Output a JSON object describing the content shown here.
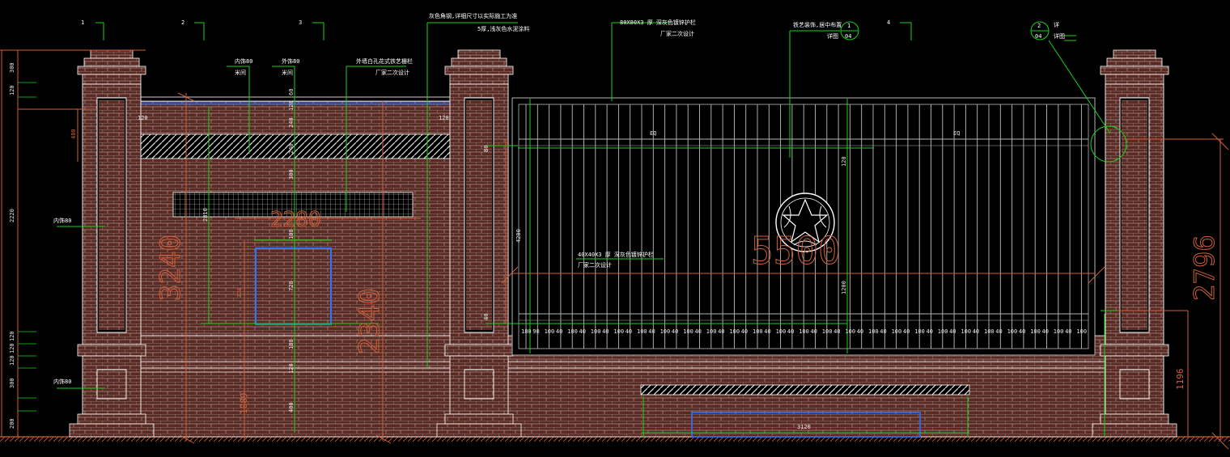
{
  "grid_labels": [
    "1",
    "2",
    "3",
    "4"
  ],
  "callouts": {
    "top_cap_note": "灰色角钢,详细尺寸以实际施工为准",
    "top_cap_note2": "5厚,浅灰色水泥涂料",
    "railing_top": "80X80X3  厚  深灰色镀锌护栏",
    "railing_top2": "厂家二次设计",
    "emblem_note": "铁艺装饰,居中布置",
    "emblem_note2": "详图",
    "emblem_ref_num": "1",
    "emblem_ref_sheet": "04",
    "detail_ref_num": "2",
    "detail_ref_sheet": "04",
    "detail_note": "详",
    "detail_note2": "详图",
    "brick_in": "内饰80",
    "brick_in2": "米间",
    "brick_out": "外饰80",
    "brick_out2": "米间",
    "grille_note": "外墙白孔花式铁艺栅栏",
    "grille_note2": "厂家二次设计",
    "pillar_left": "内饰80",
    "pillar_left_low": "内饰80",
    "railing_mid": "40X40X3  厚  深灰色镀锌护栏",
    "railing_mid2": "厂家二次设计"
  },
  "dimensions": {
    "left_total": "2220",
    "left_top": "300",
    "left_120a": "120",
    "left_bottom_120": "120",
    "left_bottom_120b": "120",
    "left_bottom_120c": "120",
    "left_bottom_300": "300",
    "left_bottom_200": "200",
    "left_480": "480",
    "big_3240": "3240",
    "big_2340": "2340",
    "width_2280": "2280",
    "dim_2810": "2810",
    "dim_1089": "1089",
    "dim_720": "720",
    "dim_120": "120",
    "dim_300": "300",
    "dim_240": "240",
    "dim_60": "60",
    "dim_400": "400",
    "dim_100": "100",
    "eq": "EQ",
    "eq2": "EQ",
    "span_5500": "5500",
    "height_2796": "2796",
    "height_1196": "1196",
    "dim_4200": "4200",
    "dim_3120": "3120",
    "dim_1200": "1200",
    "dim_80": "80",
    "dim_40": "40",
    "dim_180": "180",
    "dim_90": "90"
  },
  "colors": {
    "background": "#000000",
    "brick_line": "#ffffff",
    "brick_fill": "#5a2a22",
    "leader_green": "#19d219",
    "dim_orange": "#d2603a",
    "blue": "#2f74ff",
    "grey": "#b4b4b4"
  }
}
